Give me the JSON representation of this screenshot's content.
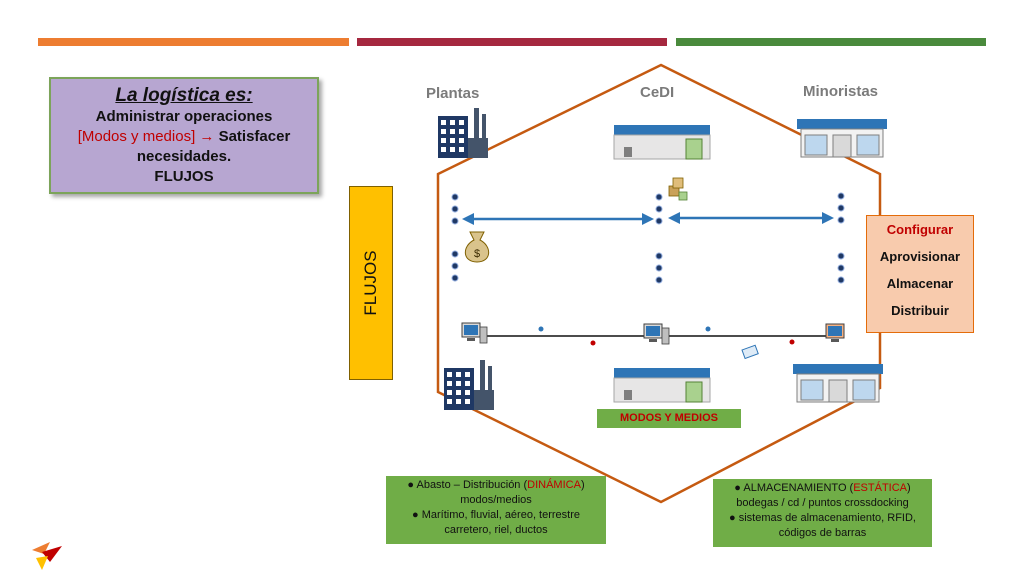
{
  "colors": {
    "bar_orange": "#ed7d31",
    "bar_red": "#a5283f",
    "bar_green": "#4a8a3c",
    "hexagon": "#c55a11",
    "arrow": "#2e75b6",
    "purple_box": "#b7a6d1",
    "flujos_box": "#ffc000",
    "config_box": "#f8cbad",
    "green_box": "#70ad47"
  },
  "definition": {
    "title": "La logística es:",
    "line1": "Administrar operaciones",
    "line2_red": "[Modos y medios]",
    "line2_arrow": "→",
    "line2_rest": "Satisfacer",
    "line3": "necesidades.",
    "line4": "FLUJOS"
  },
  "flujos_label": "FLUJOS",
  "columns": {
    "plantas": "Plantas",
    "cedi": "CeDI",
    "minoristas": "Minoristas"
  },
  "config_box": {
    "items": [
      "Configurar",
      "Aprovisionar",
      "Almacenar",
      "Distribuir"
    ]
  },
  "modos_label": "MODOS Y MEDIOS",
  "abasto_box": {
    "bullet": "●",
    "line1_pre": "Abasto – Distribución (",
    "line1_red": "DINÁMICA",
    "line1_post": ")",
    "line2": "modos/medios",
    "line3": "Marítimo, fluvial, aéreo, terrestre",
    "line4": "carretero, riel, ductos"
  },
  "almacen_box": {
    "bullet": "●",
    "line1_pre": "ALMACENAMIENTO (",
    "line1_red": "ESTÁTICA",
    "line1_post": ")",
    "line2": "bodegas / cd / puntos crossdocking",
    "line3": "sistemas de almacenamiento, RFID,",
    "line4": "códigos de barras"
  },
  "icons": {
    "factory": "factory-icon",
    "warehouse": "warehouse-icon",
    "store": "store-icon",
    "money": "money-bag-icon",
    "computer": "computer-icon",
    "logo": "logo-icon"
  }
}
